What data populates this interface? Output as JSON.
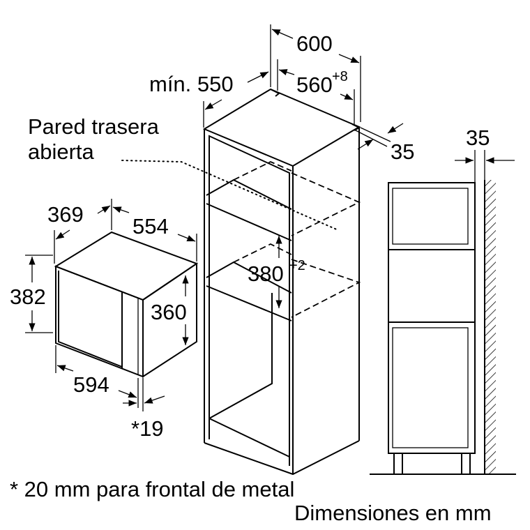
{
  "cabinet": {
    "width": "600",
    "niche_width": "560",
    "niche_width_tol": "+8",
    "depth_label": "mín. 550",
    "back_gap": "35",
    "niche_height": "380",
    "niche_height_tol": "+2",
    "rear_wall_label_line1": "Pared trasera",
    "rear_wall_label_line2": "abierta"
  },
  "appliance": {
    "depth": "369",
    "body_width": "554",
    "height": "382",
    "body_height": "360",
    "width": "594",
    "front_thickness": "*19"
  },
  "side_view": {
    "wall_gap": "35"
  },
  "notes": {
    "footnote": "* 20 mm para frontal de metal",
    "units": "Dimensiones en mm"
  }
}
